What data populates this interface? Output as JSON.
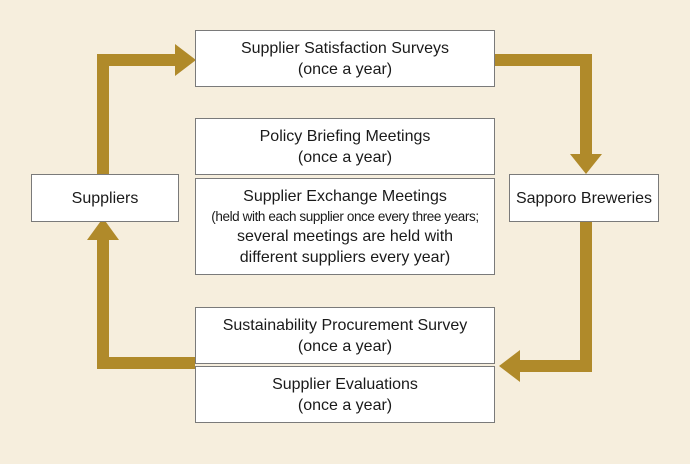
{
  "nodes": {
    "satisfaction": {
      "title": "Supplier Satisfaction Surveys",
      "sub": "(once a year)"
    },
    "policy": {
      "title": "Policy Briefing Meetings",
      "sub": "(once a year)"
    },
    "exchange": {
      "title": "Supplier Exchange Meetings",
      "note": "(held with each supplier once every three years;",
      "line3": "several meetings are held with",
      "line4": "different suppliers every year)"
    },
    "suppliers": {
      "title": "Suppliers"
    },
    "sapporo": {
      "title": "Sapporo Breweries"
    },
    "procurement": {
      "title": "Sustainability Procurement Survey",
      "sub": "(once a year)"
    },
    "evaluations": {
      "title": "Supplier Evaluations",
      "sub": "(once a year)"
    }
  },
  "colors": {
    "arrow": "#b08a2a",
    "background": "#f6eedd",
    "box": "#ffffff"
  }
}
